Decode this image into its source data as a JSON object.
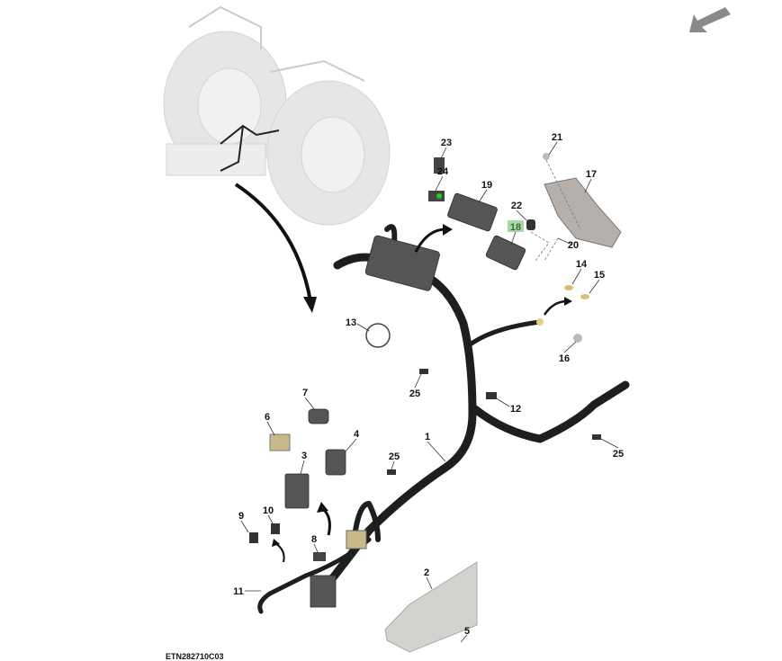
{
  "diagram": {
    "caption": "ETN282710C03",
    "highlight_color": "#a8d8a8",
    "callouts": [
      {
        "id": "1",
        "label": "1"
      },
      {
        "id": "2",
        "label": "2"
      },
      {
        "id": "3",
        "label": "3"
      },
      {
        "id": "4",
        "label": "4"
      },
      {
        "id": "5",
        "label": "5"
      },
      {
        "id": "6",
        "label": "6"
      },
      {
        "id": "7",
        "label": "7"
      },
      {
        "id": "8",
        "label": "8"
      },
      {
        "id": "9",
        "label": "9"
      },
      {
        "id": "10",
        "label": "10"
      },
      {
        "id": "11",
        "label": "11"
      },
      {
        "id": "12",
        "label": "12"
      },
      {
        "id": "13",
        "label": "13"
      },
      {
        "id": "14",
        "label": "14"
      },
      {
        "id": "15",
        "label": "15"
      },
      {
        "id": "16",
        "label": "16"
      },
      {
        "id": "17",
        "label": "17"
      },
      {
        "id": "18",
        "label": "18",
        "highlighted": true
      },
      {
        "id": "19",
        "label": "19"
      },
      {
        "id": "20",
        "label": "20"
      },
      {
        "id": "21",
        "label": "21"
      },
      {
        "id": "22",
        "label": "22"
      },
      {
        "id": "23",
        "label": "23"
      },
      {
        "id": "24",
        "label": "24"
      },
      {
        "id": "25a",
        "label": "25"
      },
      {
        "id": "25b",
        "label": "25"
      },
      {
        "id": "25c",
        "label": "25"
      }
    ],
    "orientation_icon": "front-direction-arrow-icon"
  }
}
